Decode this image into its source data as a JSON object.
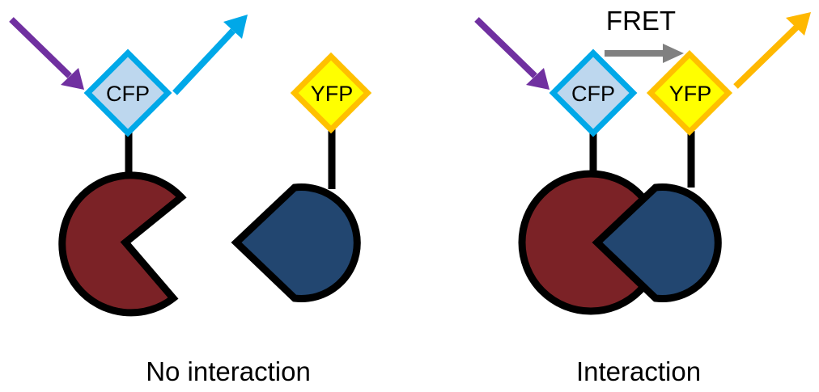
{
  "colors": {
    "excitation": "#7030A0",
    "cfp_emission": "#00A8E8",
    "yfp_emission": "#FFB800",
    "fret_arrow": "#808080",
    "cfp_fill": "#BDD7EE",
    "cfp_border": "#00A8E8",
    "yfp_fill": "#FFFF00",
    "yfp_border": "#FFC000",
    "protein_a": "#7B2226",
    "protein_b": "#224670",
    "linker": "#000000"
  },
  "panels": [
    {
      "caption": "No interaction",
      "cfp_label": "CFP",
      "yfp_label": "YFP",
      "interacting": false
    },
    {
      "caption": "Interaction",
      "cfp_label": "CFP",
      "yfp_label": "YFP",
      "fret_label": "FRET",
      "interacting": true
    }
  ]
}
